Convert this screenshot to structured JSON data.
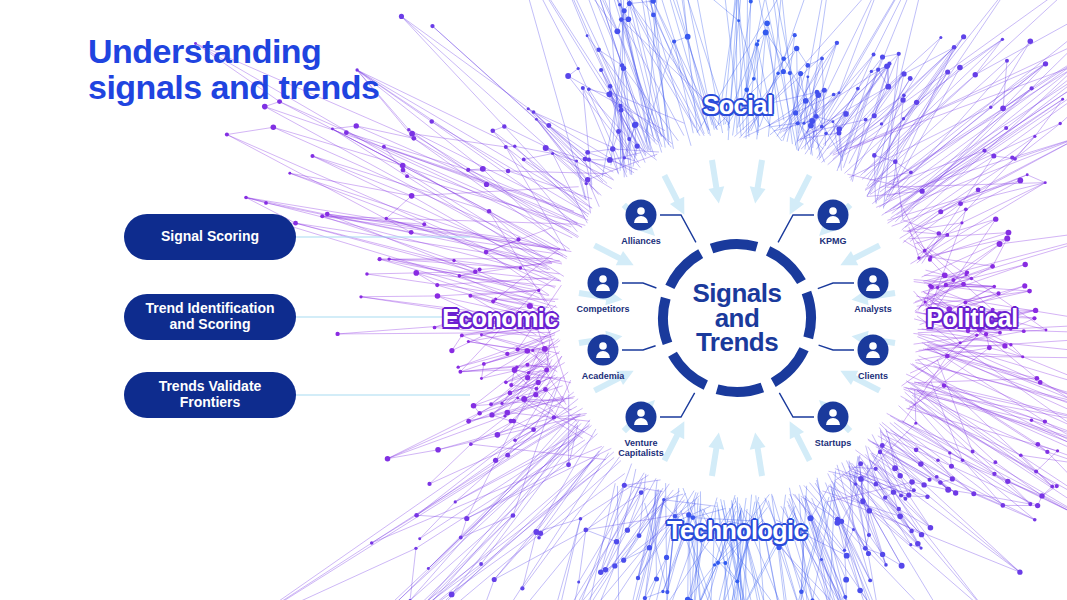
{
  "diagram": {
    "title": "Understanding signals and trends",
    "nodes": [
      {
        "text": [
          "Signal Scoring"
        ]
      },
      {
        "text": [
          "Trend Identification and Scoring"
        ]
      },
      {
        "text": [
          "Trends Validate Frontiers"
        ]
      },
      {
        "text": [
          "Signals and Trends"
        ]
      }
    ],
    "labels": [
      "Social",
      "Economic",
      "Political",
      "Technologic",
      "Alliances",
      "KPMG",
      "Competitors",
      "Analysts",
      "Academia",
      "Clients",
      "Venture Capitalists",
      "Startups"
    ]
  }
}
